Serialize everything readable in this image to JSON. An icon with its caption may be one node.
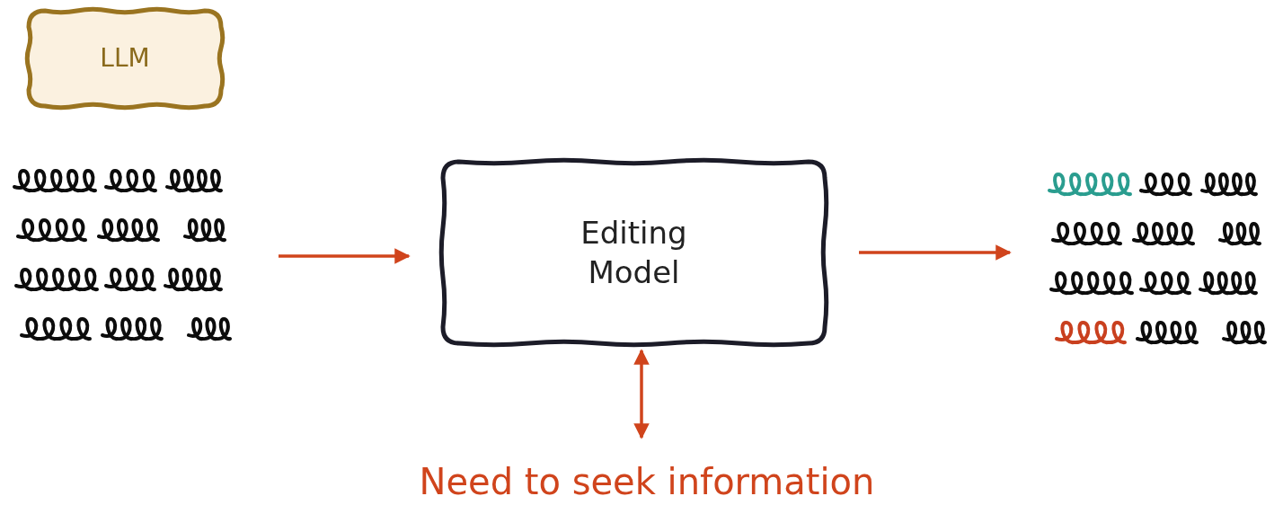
{
  "diagram": {
    "nodes": [
      {
        "text": [
          "LLM"
        ]
      },
      {
        "text": [],
        "shape": "picture"
      },
      {
        "text": [
          "Editing Model"
        ]
      },
      {
        "text": [],
        "shape": "picture"
      },
      {
        "text": [
          "Need to seek information"
        ]
      }
    ],
    "edges": [
      {
        "from": 1,
        "to": 2,
        "arrow": "to"
      },
      {
        "from": 2,
        "to": 3,
        "arrow": "to"
      },
      {
        "from": 2,
        "to": 4,
        "arrow": "both"
      }
    ]
  }
}
